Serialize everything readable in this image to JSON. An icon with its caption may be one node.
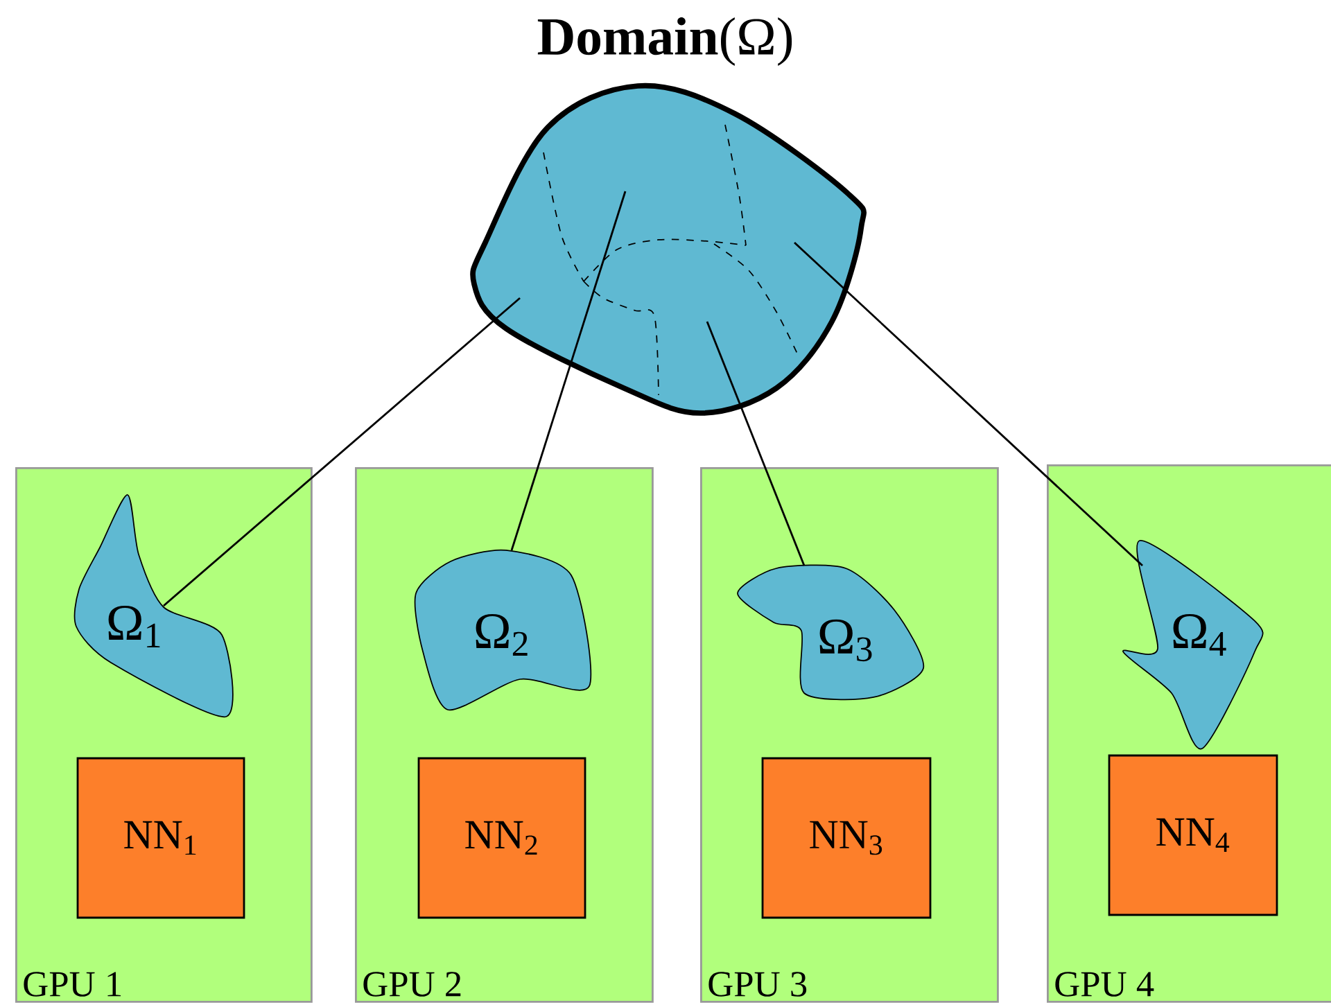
{
  "diagram": {
    "nodes": [
      {
        "text": [
          "**Domain**(Ω)"
        ]
      },
      {
        "text": [
          "GPU 1"
        ]
      },
      {
        "text": [
          "Ω$_{1}$"
        ],
        "in": 1
      },
      {
        "text": [
          "NN$_{1}$"
        ],
        "in": 1
      },
      {
        "text": [
          "GPU 2"
        ]
      },
      {
        "text": [
          "Ω$_{2}$"
        ],
        "in": 4
      },
      {
        "text": [
          "NN$_{2}$"
        ],
        "in": 4
      },
      {
        "text": [
          "GPU 3"
        ]
      },
      {
        "text": [
          "Ω$_{3}$"
        ],
        "in": 7
      },
      {
        "text": [
          "NN$_{3}$"
        ],
        "in": 7
      },
      {
        "text": [
          "GPU 4"
        ]
      },
      {
        "text": [
          "Ω$_{4}$"
        ],
        "in": 10
      },
      {
        "text": [
          "NN$_{4}$"
        ],
        "in": 10
      }
    ],
    "edges": [
      {
        "from": 0,
        "to": 2,
        "arrow": "none"
      },
      {
        "from": 0,
        "to": 5,
        "arrow": "none"
      },
      {
        "from": 0,
        "to": 8,
        "arrow": "none"
      },
      {
        "from": 0,
        "to": 11,
        "arrow": "none"
      }
    ]
  }
}
